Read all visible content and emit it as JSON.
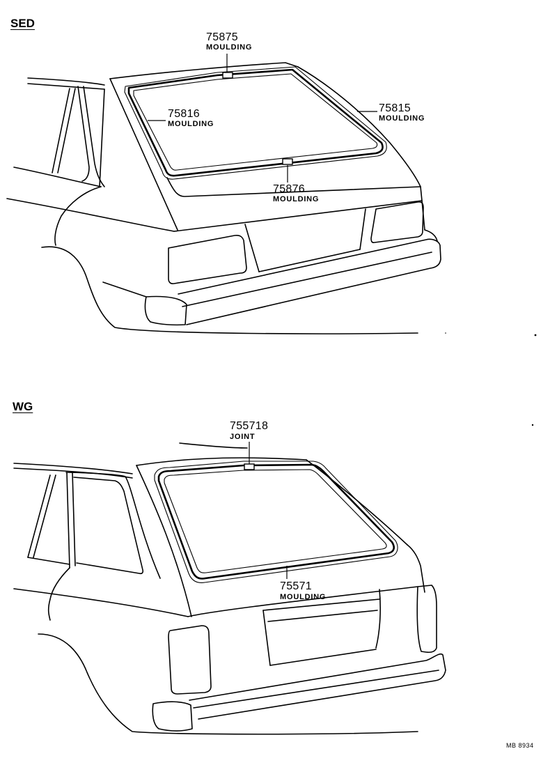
{
  "sections": {
    "sed": {
      "label": "SED",
      "parts": [
        {
          "number": "75875",
          "name": "MOULDING"
        },
        {
          "number": "75816",
          "name": "MOULDING"
        },
        {
          "number": "75815",
          "name": "MOULDING"
        },
        {
          "number": "75876",
          "name": "MOULDING"
        }
      ]
    },
    "wg": {
      "label": "WG",
      "parts": [
        {
          "number": "755718",
          "name": "JOINT"
        },
        {
          "number": "75571",
          "name": "MOULDING"
        }
      ]
    }
  },
  "footer": {
    "ref": "MB 8934"
  }
}
